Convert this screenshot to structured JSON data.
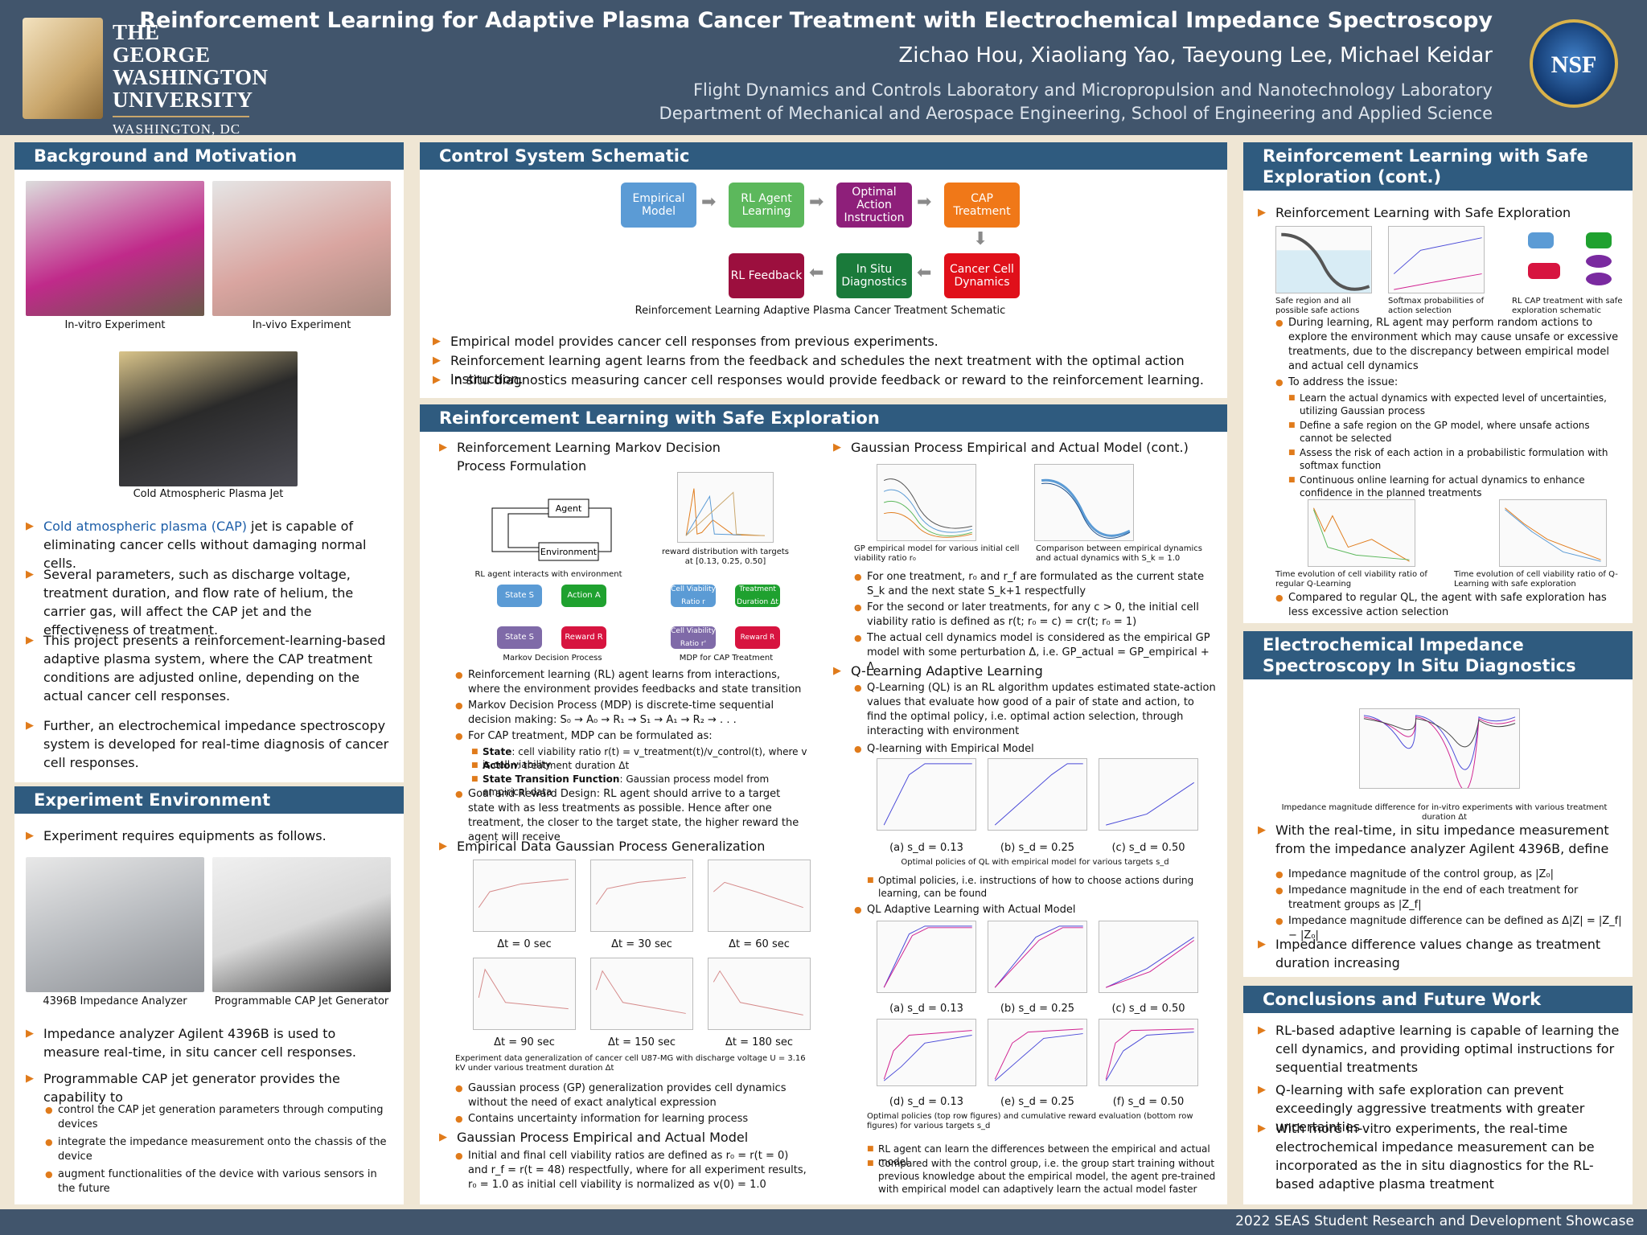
{
  "header": {
    "logo_lines": [
      "THE GEORGE",
      "WASHINGTON",
      "UNIVERSITY"
    ],
    "logo_city": "WASHINGTON, DC",
    "title": "Reinforcement Learning for Adaptive Plasma Cancer Treatment with Electrochemical Impedance Spectroscopy",
    "authors": "Zichao Hou, Xiaoliang Yao, Taeyoung Lee, Michael Keidar",
    "affiliation1": "Flight Dynamics and Controls Laboratory and Micropropulsion and Nanotechnology Laboratory",
    "affiliation2": "Department of Mechanical and Aerospace Engineering, School of Engineering and Applied Science",
    "nsf_logo": "NSF"
  },
  "footer": "2022 SEAS Student Research and Development Showcase",
  "background": {
    "title": "Background and Motivation",
    "img1_caption": "In-vitro Experiment",
    "img2_caption": "In-vivo Experiment",
    "img3_caption": "Cold Atmospheric Plasma Jet",
    "b1_link": "Cold atmospheric plasma (CAP)",
    "b1_rest": " jet is capable of eliminating cancer cells without damaging normal cells.",
    "b2": "Several parameters, such as discharge voltage, treatment duration, and flow rate of helium, the carrier gas, will affect the CAP jet and the effectiveness of treatment.",
    "b3": "This project presents a reinforcement-learning-based adaptive plasma system, where the CAP treatment conditions are adjusted online, depending on the actual cancer cell responses.",
    "b4": "Further, an electrochemical impedance spectroscopy system is developed for real-time diagnosis of cancer cell responses."
  },
  "experiment": {
    "title": "Experiment Environment",
    "b1": "Experiment requires equipments as follows.",
    "img1_caption": "4396B Impedance Analyzer",
    "img2_caption": "Programmable CAP Jet Generator",
    "b2": "Impedance analyzer Agilent 4396B is used to measure real-time, in situ cancer cell responses.",
    "b3": "Programmable CAP jet generator provides the capability to",
    "s1": "control the CAP jet generation parameters through computing devices",
    "s2": "integrate the impedance measurement onto the chassis of the device",
    "s3": "augment functionalities of the device with various sensors in the future"
  },
  "control": {
    "title": "Control System Schematic",
    "boxes": [
      "Empirical Model",
      "RL Agent Learning",
      "Optimal Action Instruction",
      "CAP Treatment",
      "Cancer Cell Dynamics",
      "In Situ Diagnostics",
      "RL Feedback"
    ],
    "box_colors": [
      "#5b9bd5",
      "#5cb85c",
      "#8e1f7a",
      "#f07818",
      "#e0101a",
      "#1a7a3a",
      "#9c0f3e"
    ],
    "caption": "Reinforcement Learning Adaptive Plasma Cancer Treatment Schematic",
    "b1": "Empirical model provides cancer cell responses from previous experiments.",
    "b2": "Reinforcement learning agent learns from the feedback and schedules the next treatment with the optimal action instruction.",
    "b3": "In situ diagnostics measuring cancer cell responses would provide feedback or reward to the reinforcement learning."
  },
  "rlsafe": {
    "title": "Reinforcement Learning with Safe Exploration",
    "mdp_head": "Reinforcement Learning Markov Decision Process Formulation",
    "fig_agent": "Agent",
    "fig_env": "Environment",
    "cap_interact": "RL agent interacts with environment",
    "cap_reward": "reward distribution with targets at [0.13, 0.25, 0.50]",
    "mdp_boxes": [
      "State S",
      "Action A",
      "State S",
      "Reward R"
    ],
    "cap_mdp": "Markov Decision Process",
    "cap_mdp_cap": "MDP for CAP Treatment",
    "cap_boxes": [
      "Cell Viability Ratio r",
      "Treatment Duration Δt",
      "Cell Viability Ratio r'",
      "Reward R"
    ],
    "s1": "Reinforcement learning (RL) agent learns from interactions, where the environment provides feedbacks and state transition",
    "s2": "Markov Decision Process (MDP) is discrete-time sequential decision making: S₀ → A₀ → R₁ → S₁ → A₁ → R₂ → . . .",
    "s3": "For CAP treatment, MDP can be formulated as:",
    "ss1_b": "State",
    "ss1": ": cell viability ratio r(t) = v_treatment(t)/v_control(t), where v is cell viability",
    "ss2_b": "Action",
    "ss2": ": treatment duration Δt",
    "ss3_b": "State Transition Function",
    "ss3": ": Gaussian process model from empirical data",
    "s4": "Goal and Reward Design: RL agent should arrive to a target state with as less treatments as possible. Hence after one treatment, the closer to the target state, the higher reward the agent will receive",
    "gp_head": "Empirical Data Gaussian Process Generalization",
    "gp_labels": [
      "Δt = 0 sec",
      "Δt = 30 sec",
      "Δt = 60 sec",
      "Δt = 90 sec",
      "Δt = 150 sec",
      "Δt = 180 sec"
    ],
    "gp_cap": "Experiment data generalization of cancer cell U87-MG with discharge voltage U = 3.16 kV under various treatment duration Δt",
    "gp_s1": "Gaussian process (GP) generalization provides cell dynamics without the need of exact analytical expression",
    "gp_s2": "Contains uncertainty information for learning process",
    "gpa_head": "Gaussian Process Empirical and Actual Model",
    "gpa_s1": "Initial and final cell viability ratios are defined as r₀ = r(t = 0) and r_f = r(t = 48) respectfully, where for all experiment results, r₀ = 1.0 as initial cell viability is normalized as v(0) = 1.0",
    "gpc_head": "Gaussian Process Empirical and Actual Model (cont.)",
    "gpc_cap1": "GP empirical model for various initial cell viability ratio r₀",
    "gpc_cap2": "Comparison between empirical dynamics and actual dynamics with S_k = 1.0",
    "gpc_s1": "For one treatment, r₀ and r_f are formulated as the current state S_k and the next state S_k+1 respectfully",
    "gpc_s2": "For the second or later treatments, for any c > 0, the initial cell viability ratio is defined as r(t; r₀ = c) = cr(t; r₀ = 1)",
    "gpc_s3": "The actual cell dynamics model is considered as the empirical GP model with some perturbation Δ, i.e. GP_actual = GP_empirical + Δ",
    "ql_head": "Q-Learning Adaptive Learning",
    "ql_s1": "Q-Learning (QL) is an RL algorithm updates estimated state-action values that evaluate how good of a pair of state and action, to find the optimal policy, i.e. optimal action selection, through interacting with environment",
    "ql_s2": "Q-learning with Empirical Model",
    "ql_labels1": [
      "(a) s_d = 0.13",
      "(b) s_d = 0.25",
      "(c) s_d = 0.50"
    ],
    "ql_cap1": "Optimal policies of QL with empirical model for various targets s_d",
    "ql_ss1": "Optimal policies, i.e. instructions of how to choose actions during learning, can be found",
    "ql_s3": "QL Adaptive Learning with Actual Model",
    "ql_labels2": [
      "(a) s_d = 0.13",
      "(b) s_d = 0.25",
      "(c) s_d = 0.50"
    ],
    "ql_labels3": [
      "(d) s_d = 0.13",
      "(e) s_d = 0.25",
      "(f) s_d = 0.50"
    ],
    "ql_cap2": "Optimal policies (top row figures) and cumulative reward evaluation (bottom row figures) for various targets s_d",
    "ql_ss2": "RL agent can learn the differences between the empirical and actual model",
    "ql_ss3": "Compared with the control group, i.e. the group start training without previous knowledge about the empirical model, the agent pre-trained with empirical model can adaptively learn the actual model faster"
  },
  "rlsafe2": {
    "title": "Reinforcement Learning with Safe Exploration (cont.)",
    "b1": "Reinforcement Learning with Safe Exploration",
    "cap1": "Safe region and all possible safe actions",
    "cap2": "Softmax probabilities of action selection",
    "cap3": "RL CAP treatment with safe exploration schematic",
    "s1": "During learning, RL agent may perform random actions to explore the environment which may cause unsafe or excessive treatments, due to the discrepancy between empirical model and actual cell dynamics",
    "s2": "To address the issue:",
    "ss1": "Learn the actual dynamics with expected level of uncertainties, utilizing Gaussian process",
    "ss2": "Define a safe region on the GP model, where unsafe actions cannot be selected",
    "ss3": "Assess the risk of each action in a probabilistic formulation with softmax function",
    "ss4": "Continuous online learning for actual dynamics to enhance confidence in the planned treatments",
    "cap4": "Time evolution of cell viability ratio of regular Q-Learning",
    "cap5": "Time evolution of cell viability ratio of Q-Learning with safe exploration",
    "s3": "Compared to regular QL, the agent with safe exploration has less excessive action selection"
  },
  "eis": {
    "title": "Electrochemical Impedance Spectroscopy In Situ Diagnostics",
    "cap": "Impedance magnitude difference for in-vitro experiments with various treatment duration Δt",
    "b1": "With the real-time, in situ impedance measurement from the impedance analyzer Agilent 4396B, define",
    "s1": "Impedance magnitude of the control group, as |Z₀|",
    "s2": "Impedance magnitude in the end of each treatment for treatment groups as |Z_f|",
    "s3": "Impedance magnitude difference can be defined as Δ|Z| = |Z_f| − |Z₀|",
    "b2": "Impedance difference values change as treatment duration increasing"
  },
  "conclusions": {
    "title": "Conclusions and Future Work",
    "b1": "RL-based adaptive learning is capable of learning the cell dynamics, and providing optimal instructions for sequential treatments",
    "b2": "Q-learning with safe exploration can prevent exceedingly aggressive treatments with greater uncertainties",
    "b3": "With more in-vitro experiments, the real-time electrochemical impedance measurement can be incorporated as the in situ diagnostics for the RL-based adaptive plasma treatment"
  }
}
